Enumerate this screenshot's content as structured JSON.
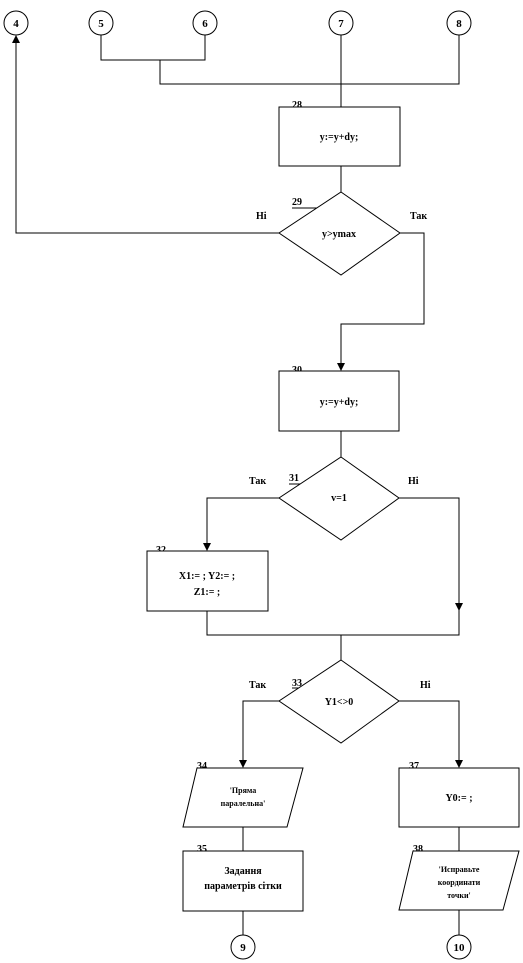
{
  "connectors": {
    "c4": "4",
    "c5": "5",
    "c6": "6",
    "c7": "7",
    "c8": "8",
    "c9": "9",
    "c10": "10"
  },
  "blocks": {
    "b28": {
      "number": "28",
      "text": "y:=y+dy;"
    },
    "b29": {
      "number": "29",
      "text": "y>ymax",
      "no_label": "Ні",
      "yes_label": "Так"
    },
    "b30": {
      "number": "30",
      "text": "y:=y+dy;"
    },
    "b31": {
      "number": "31",
      "text": "v=1",
      "yes_label": "Так",
      "no_label": "Ні"
    },
    "b32": {
      "number": "32",
      "line1": "X1:= ; Y2:= ;",
      "line2": "Z1:= ;"
    },
    "b33": {
      "number": "33",
      "text": "Y1<>0",
      "yes_label": "Так",
      "no_label": "Ні"
    },
    "b34": {
      "number": "34",
      "line1": "'Пряма",
      "line2": "паралельна'"
    },
    "b35": {
      "number": "35",
      "line1": "Задання",
      "line2": "параметрів сітки"
    },
    "b37": {
      "number": "37",
      "text": "Y0:= ;"
    },
    "b38": {
      "number": "38",
      "line1": "'Исправьте",
      "line2": "координати",
      "line3": "точки'"
    }
  }
}
